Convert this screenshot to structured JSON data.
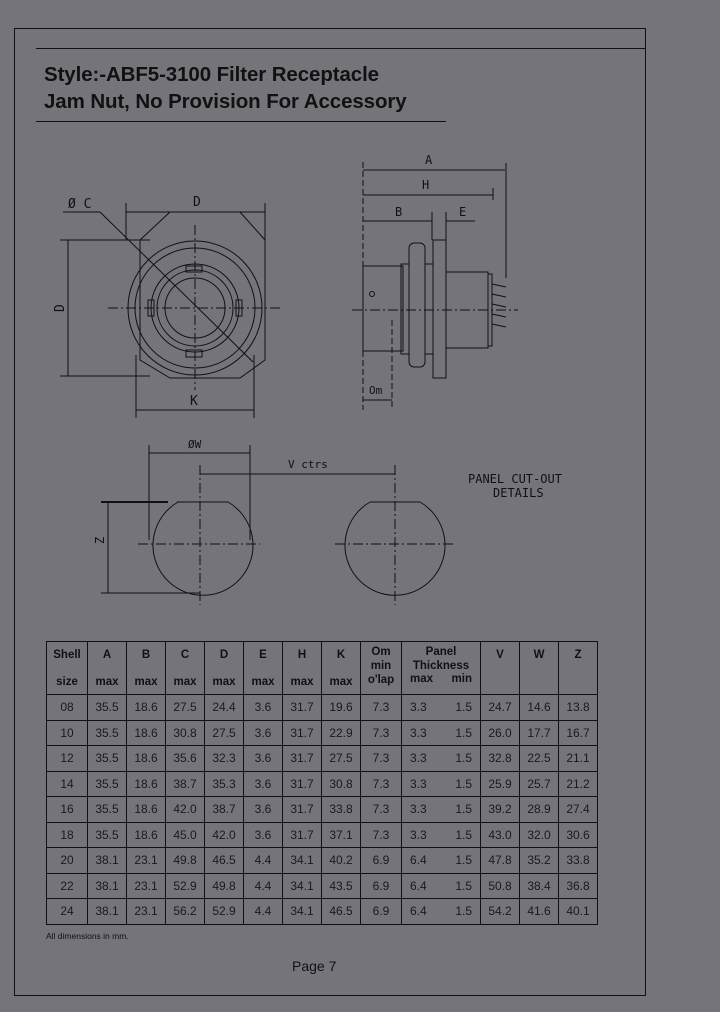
{
  "title": {
    "line1": "Style:-ABF5-3100 Filter Receptacle",
    "line2": "Jam Nut, No Provision For Accessory"
  },
  "drawing": {
    "front_view": {
      "labels": {
        "dia_c": "Ø C",
        "d_top": "D",
        "d_side": "D",
        "k": "K"
      }
    },
    "side_view": {
      "labels": {
        "a": "A",
        "h": "H",
        "b": "B",
        "e": "E",
        "om": "Om"
      }
    },
    "cutout": {
      "labels": {
        "w": "ØW",
        "v": "V ctrs",
        "z": "Z"
      },
      "caption_line1": "PANEL CUT-OUT",
      "caption_line2": "DETAILS"
    }
  },
  "table": {
    "headers": [
      {
        "top": "Shell",
        "bottom": "size"
      },
      {
        "top": "A",
        "bottom": "max"
      },
      {
        "top": "B",
        "bottom": "max"
      },
      {
        "top": "C",
        "bottom": "max"
      },
      {
        "top": "D",
        "bottom": "max"
      },
      {
        "top": "E",
        "bottom": "max"
      },
      {
        "top": "H",
        "bottom": "max"
      },
      {
        "top": "K",
        "bottom": "max"
      },
      {
        "top": "Om",
        "mid": "min",
        "bottom": "o'lap"
      },
      {
        "top": "Panel",
        "mid": "Thickness",
        "bottom_left": "max",
        "bottom_right": "min"
      },
      {
        "top": "V",
        "bottom": ""
      },
      {
        "top": "W",
        "bottom": ""
      },
      {
        "top": "Z",
        "bottom": ""
      }
    ],
    "rows": [
      [
        "08",
        "35.5",
        "18.6",
        "27.5",
        "24.4",
        "3.6",
        "31.7",
        "19.6",
        "7.3",
        "3.3",
        "1.5",
        "24.7",
        "14.6",
        "13.8"
      ],
      [
        "10",
        "35.5",
        "18.6",
        "30.8",
        "27.5",
        "3.6",
        "31.7",
        "22.9",
        "7.3",
        "3.3",
        "1.5",
        "26.0",
        "17.7",
        "16.7"
      ],
      [
        "12",
        "35.5",
        "18.6",
        "35.6",
        "32.3",
        "3.6",
        "31.7",
        "27.5",
        "7.3",
        "3.3",
        "1.5",
        "32.8",
        "22.5",
        "21.1"
      ],
      [
        "14",
        "35.5",
        "18.6",
        "38.7",
        "35.3",
        "3.6",
        "31.7",
        "30.8",
        "7.3",
        "3.3",
        "1.5",
        "25.9",
        "25.7",
        "21.2"
      ],
      [
        "16",
        "35.5",
        "18.6",
        "42.0",
        "38.7",
        "3.6",
        "31.7",
        "33.8",
        "7.3",
        "3.3",
        "1.5",
        "39.2",
        "28.9",
        "27.4"
      ],
      [
        "18",
        "35.5",
        "18.6",
        "45.0",
        "42.0",
        "3.6",
        "31.7",
        "37.1",
        "7.3",
        "3.3",
        "1.5",
        "43.0",
        "32.0",
        "30.6"
      ],
      [
        "20",
        "38.1",
        "23.1",
        "49.8",
        "46.5",
        "4.4",
        "34.1",
        "40.2",
        "6.9",
        "6.4",
        "1.5",
        "47.8",
        "35.2",
        "33.8"
      ],
      [
        "22",
        "38.1",
        "23.1",
        "52.9",
        "49.8",
        "4.4",
        "34.1",
        "43.5",
        "6.9",
        "6.4",
        "1.5",
        "50.8",
        "38.4",
        "36.8"
      ],
      [
        "24",
        "38.1",
        "23.1",
        "56.2",
        "52.9",
        "4.4",
        "34.1",
        "46.5",
        "6.9",
        "6.4",
        "1.5",
        "54.2",
        "41.6",
        "40.1"
      ]
    ],
    "footnote": "All dimensions in mm."
  },
  "footer": {
    "page": "Page 7"
  }
}
